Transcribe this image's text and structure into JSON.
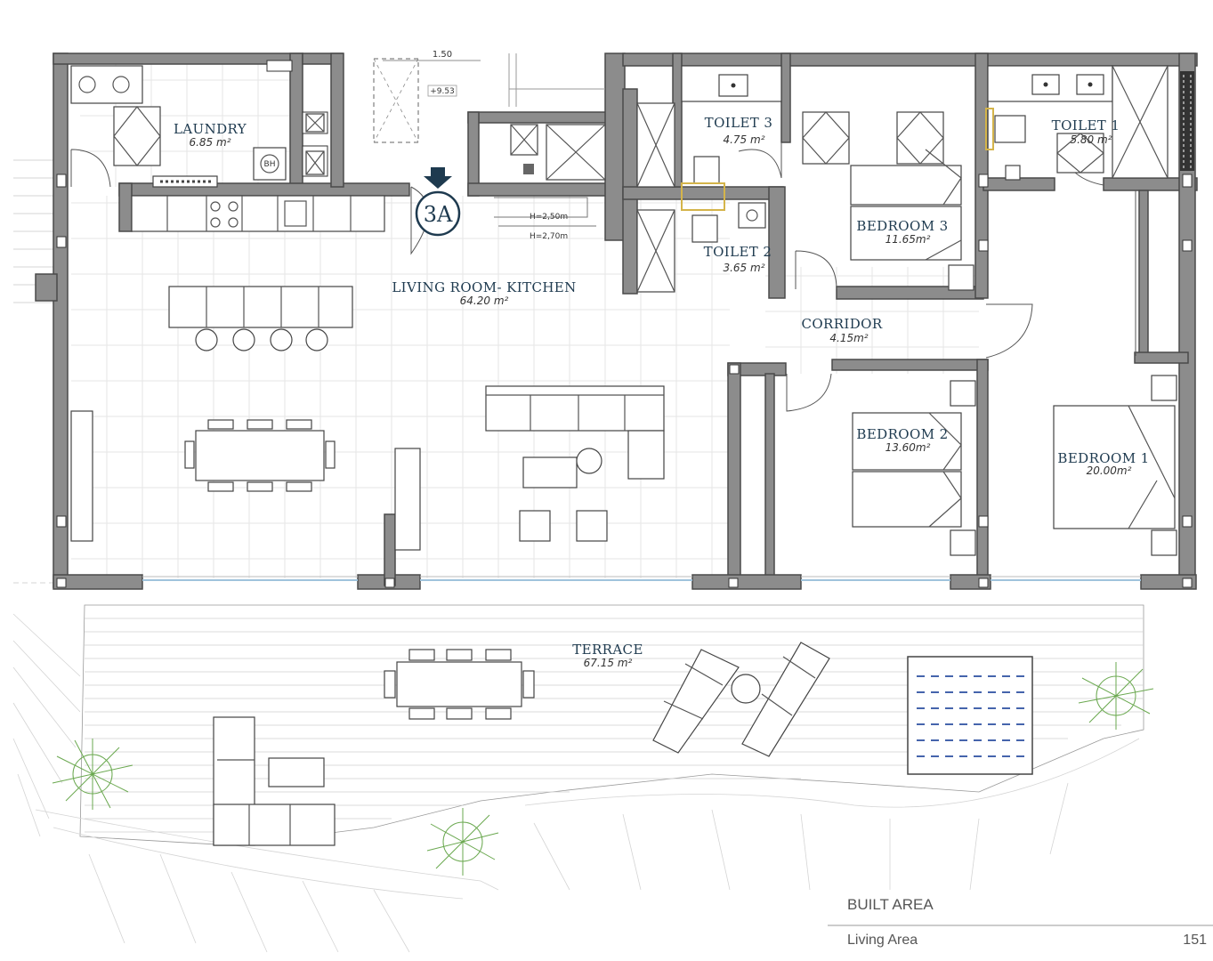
{
  "unit": "3A",
  "dimension_label": "1.50",
  "level_label": "+9.53",
  "ceiling_heights": [
    "H=2,50m",
    "H=2,70m"
  ],
  "heater_label": "BH",
  "rooms": {
    "laundry": {
      "name": "LAUNDRY",
      "area": "6.85 m²"
    },
    "living": {
      "name": "LIVING ROOM- KITCHEN",
      "area": "64.20 m²"
    },
    "toilet3": {
      "name": "TOILET 3",
      "area": "4.75 m²"
    },
    "toilet2": {
      "name": "TOILET 2",
      "area": "3.65 m²"
    },
    "toilet1": {
      "name": "TOILET 1",
      "area": "5.80 m²"
    },
    "bedroom3": {
      "name": "BEDROOM 3",
      "area": "11.65m²"
    },
    "corridor": {
      "name": "CORRIDOR",
      "area": "4.15m²"
    },
    "bedroom2": {
      "name": "BEDROOM 2",
      "area": "13.60m²"
    },
    "bedroom1": {
      "name": "BEDROOM 1",
      "area": "20.00m²"
    },
    "terrace": {
      "name": "TERRACE",
      "area": "67.15 m²"
    }
  },
  "footer": {
    "title": "BUILT AREA",
    "subtitle": "Living Area",
    "value": "151"
  },
  "colors": {
    "wall": "#8c8c8c",
    "label": "#1e3a4f",
    "glass": "#9fc3dc",
    "pool": "#2b4ea0",
    "plants": "#6aa84f"
  }
}
